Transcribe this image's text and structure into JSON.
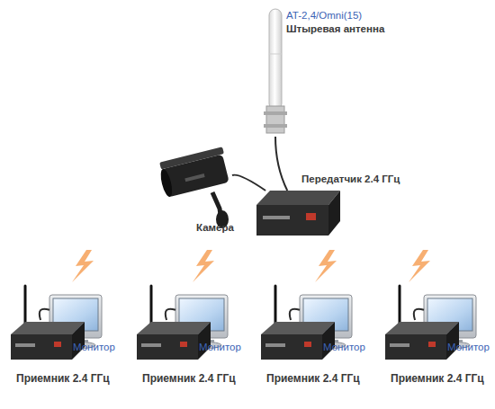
{
  "diagram": {
    "nodes": [
      {
        "text": [
          "AT-2,4/Omni(15)",
          "Штыревая антенна"
        ]
      },
      {
        "text": [
          "Передатчик 2.4 ГГц"
        ]
      },
      {
        "text": [
          "Камера"
        ]
      },
      {
        "text": [
          "Монитор"
        ]
      },
      {
        "text": [
          "Приемник 2.4 ГГц"
        ]
      },
      {
        "text": [
          "Монитор"
        ]
      },
      {
        "text": [
          "Приемник 2.4 ГГц"
        ]
      },
      {
        "text": [
          "Монитор"
        ]
      },
      {
        "text": [
          "Приемник 2.4 ГГц"
        ]
      },
      {
        "text": [
          "Монитор"
        ]
      },
      {
        "text": [
          "Приемник 2.4 ГГц"
        ]
      }
    ],
    "edges": [
      {
        "from": 0,
        "to": 1,
        "arrow": "none"
      },
      {
        "from": 2,
        "to": 1,
        "arrow": "none"
      },
      {
        "from": 4,
        "to": 3,
        "arrow": "none"
      },
      {
        "from": 6,
        "to": 5,
        "arrow": "none"
      },
      {
        "from": 8,
        "to": 7,
        "arrow": "none"
      },
      {
        "from": 10,
        "to": 9,
        "arrow": "none"
      }
    ]
  }
}
